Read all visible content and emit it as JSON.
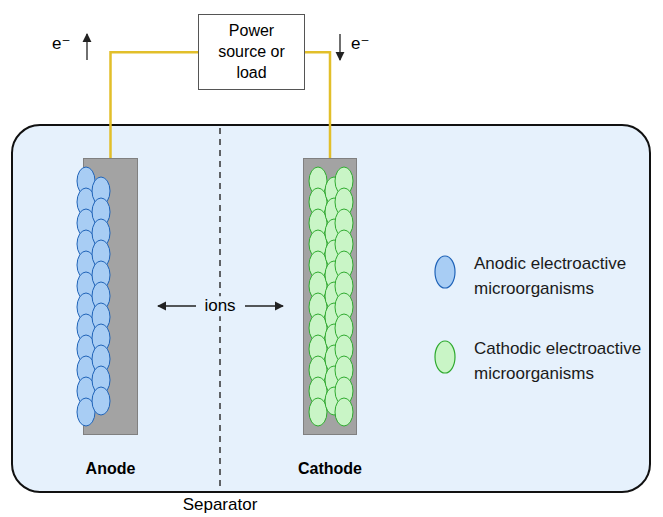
{
  "diagram": {
    "nodes": [
      {
        "text": [
          "Power source or load"
        ]
      },
      {
        "text": [
          "Anode"
        ]
      },
      {
        "text": [
          "Cathode"
        ]
      }
    ],
    "edges": [
      {
        "from": 0,
        "to": 1,
        "arrow": "none"
      },
      {
        "from": 0,
        "to": 2,
        "arrow": "none"
      }
    ],
    "labels": [
      "e⁻",
      "e⁻",
      "ions",
      "Separator"
    ],
    "legend": [
      {
        "text": "Anodic electroactive microorganisms",
        "color": "#a8cdf4"
      },
      {
        "text": "Cathodic electroactive microorganisms",
        "color": "#c9f5c6"
      }
    ]
  }
}
